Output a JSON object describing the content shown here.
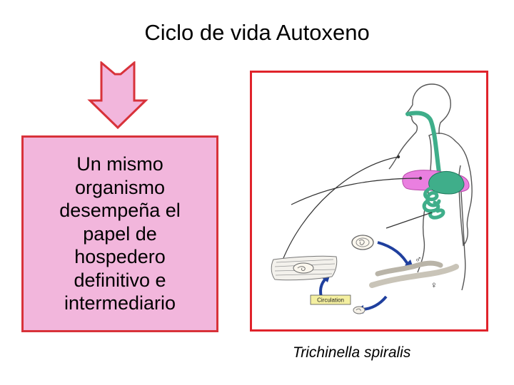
{
  "slide": {
    "title": "Ciclo de vida Autoxeno"
  },
  "info_box": {
    "text": "Un mismo organismo desempeña el papel de hospedero definitivo e intermediario",
    "lines": [
      "Un mismo",
      "organismo",
      "desempeña el",
      "papel de",
      "hospedero",
      "definitivo e",
      "intermediario"
    ]
  },
  "diagram": {
    "circulation_label": "Circulation",
    "male_symbol": "♂",
    "female_symbol": "♀",
    "colors": {
      "frame": "#e0232b",
      "arrow_fill": "#f2b6dc",
      "arrow_stroke": "#d8323a",
      "box_fill": "#f2b6dc",
      "digestive_green": "#3fae8a",
      "stomach_pink": "#ea7fe0",
      "cycle_blue": "#1f3f9e",
      "circulation_box": "#f4efa0"
    }
  },
  "caption": "Trichinella spiralis"
}
